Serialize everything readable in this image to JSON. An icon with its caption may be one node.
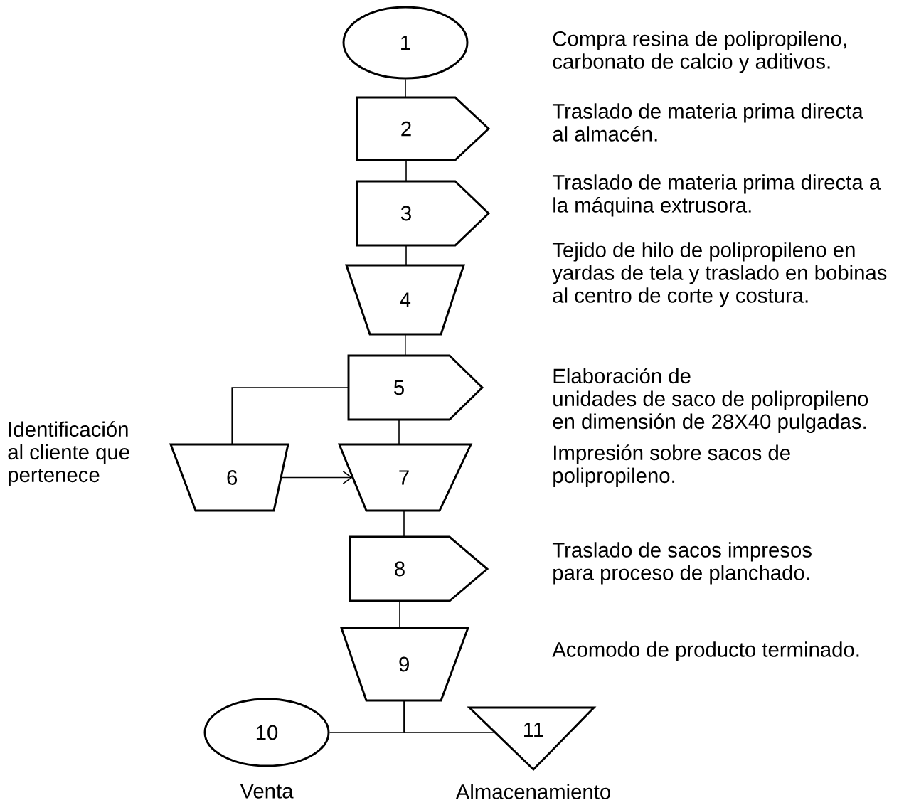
{
  "diagram": {
    "nodes": [
      {
        "text": [
          "1"
        ]
      },
      {
        "text": [
          "2"
        ]
      },
      {
        "text": [
          "3"
        ]
      },
      {
        "text": [
          "4"
        ]
      },
      {
        "text": [
          "5"
        ]
      },
      {
        "text": [
          "6"
        ],
        "beside": [
          "Identificación al cliente que pertenece"
        ]
      },
      {
        "text": [
          "7"
        ]
      },
      {
        "text": [
          "8"
        ]
      },
      {
        "text": [
          "9"
        ]
      },
      {
        "text": [
          "10"
        ],
        "beside": [
          "Venta"
        ]
      },
      {
        "text": [
          "11"
        ],
        "beside": [
          "Almacenamiento"
        ]
      }
    ],
    "edges": [
      {
        "from": 0,
        "to": 1,
        "arrow": "none"
      },
      {
        "from": 1,
        "to": 2,
        "arrow": "none"
      },
      {
        "from": 2,
        "to": 3,
        "arrow": "none"
      },
      {
        "from": 3,
        "to": 4,
        "arrow": "none"
      },
      {
        "from": 4,
        "to": 5,
        "arrow": "none"
      },
      {
        "from": 5,
        "to": 6,
        "arrow": "to"
      },
      {
        "from": 4,
        "to": 6,
        "arrow": "none"
      },
      {
        "from": 6,
        "to": 7,
        "arrow": "none"
      },
      {
        "from": 7,
        "to": 8,
        "arrow": "none"
      },
      {
        "from": 8,
        "to": 9,
        "arrow": "none"
      },
      {
        "from": 8,
        "to": 10,
        "arrow": "none"
      }
    ],
    "labels": [
      "Compra resina de polipropileno, carbonato de calcio y aditivos.",
      "Traslado de materia prima directa al almacén.",
      "Traslado de materia prima directa a la máquina extrusora.",
      "Tejido de hilo de polipropileno en yardas de tela y traslado en bobinas al centro de corte y costura.",
      "Elaboración de unidades de saco de polipropileno en dimensión de 28X40 pulgadas.",
      "Impresión sobre sacos de polipropileno.",
      "Traslado de sacos impresos para proceso de planchado.",
      "Acomodo de producto terminado."
    ]
  }
}
